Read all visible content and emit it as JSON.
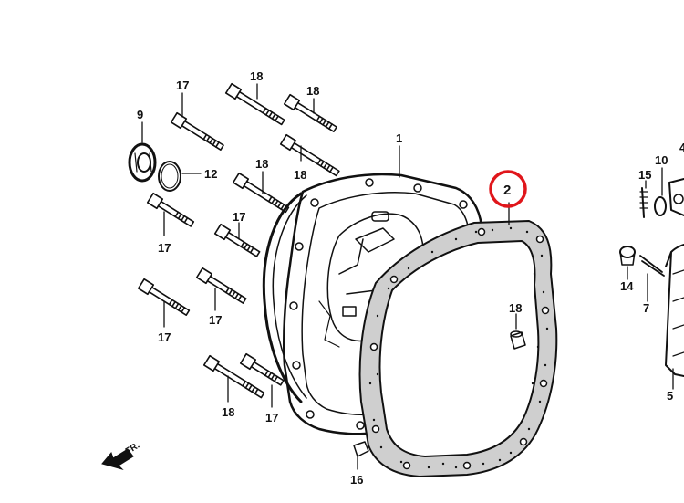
{
  "diagram": {
    "callouts": {
      "p1": "1",
      "p2": "2",
      "p5": "5",
      "p7": "7",
      "p9": "9",
      "p10": "10",
      "p12": "12",
      "p14": "14",
      "p15": "15",
      "p16": "16",
      "p17": "17",
      "p18": "18"
    },
    "direction_label": "FR.",
    "highlight_color": "#e0161b",
    "ink_color": "#111111"
  }
}
